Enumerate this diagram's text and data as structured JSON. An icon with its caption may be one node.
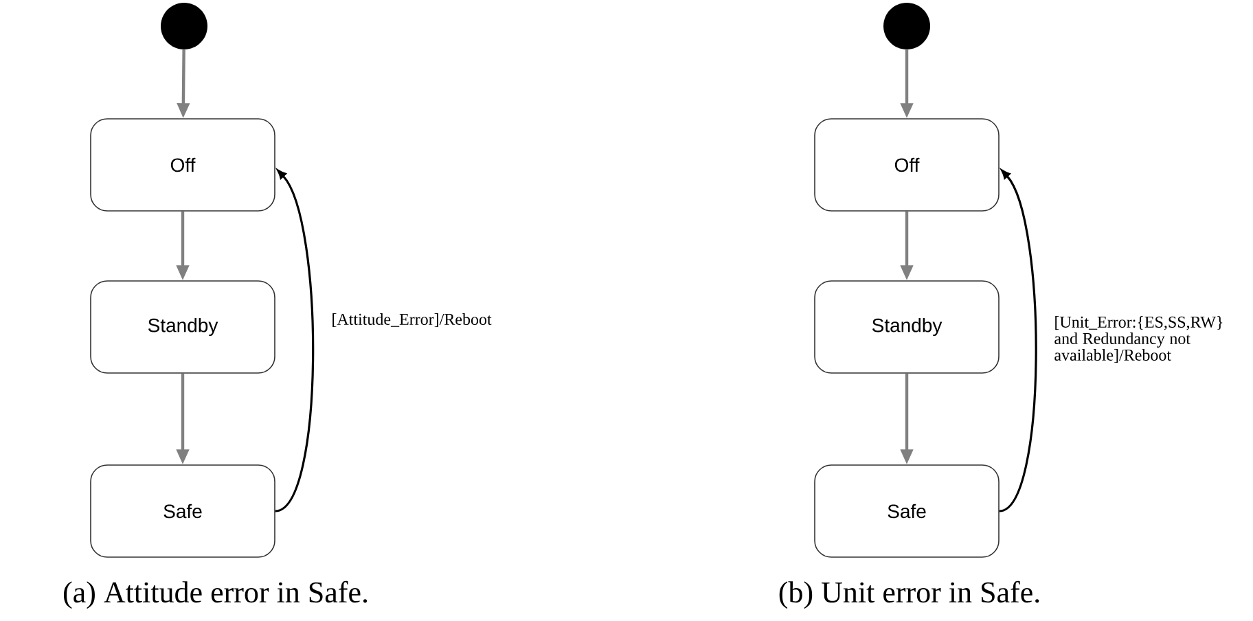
{
  "diagram": {
    "nodes": [
      {
        "text": [],
        "shape": "circle"
      },
      {
        "text": [
          "Off"
        ]
      },
      {
        "text": [
          "Standby"
        ]
      },
      {
        "text": [
          "Safe"
        ]
      },
      {
        "text": [],
        "shape": "circle"
      },
      {
        "text": [
          "Off"
        ]
      },
      {
        "text": [
          "Standby"
        ]
      },
      {
        "text": [
          "Safe"
        ]
      }
    ],
    "edges": [
      {
        "from": 0,
        "to": 1,
        "arrow": "to"
      },
      {
        "from": 1,
        "to": 2,
        "arrow": "to"
      },
      {
        "from": 2,
        "to": 3,
        "arrow": "to"
      },
      {
        "from": 3,
        "to": 1,
        "arrow": "to",
        "label": "[Attitude_Error]/Reboot",
        "color": "#000000"
      },
      {
        "from": 4,
        "to": 5,
        "arrow": "to"
      },
      {
        "from": 5,
        "to": 6,
        "arrow": "to"
      },
      {
        "from": 6,
        "to": 7,
        "arrow": "to"
      },
      {
        "from": 7,
        "to": 5,
        "arrow": "to",
        "label": "[Unit_Error:{ES,SS,RW} and Redundancy not available]/Reboot",
        "color": "#000000"
      }
    ],
    "labels": [
      "(a) Attitude error in Safe.",
      "(b) Unit error in Safe."
    ]
  }
}
